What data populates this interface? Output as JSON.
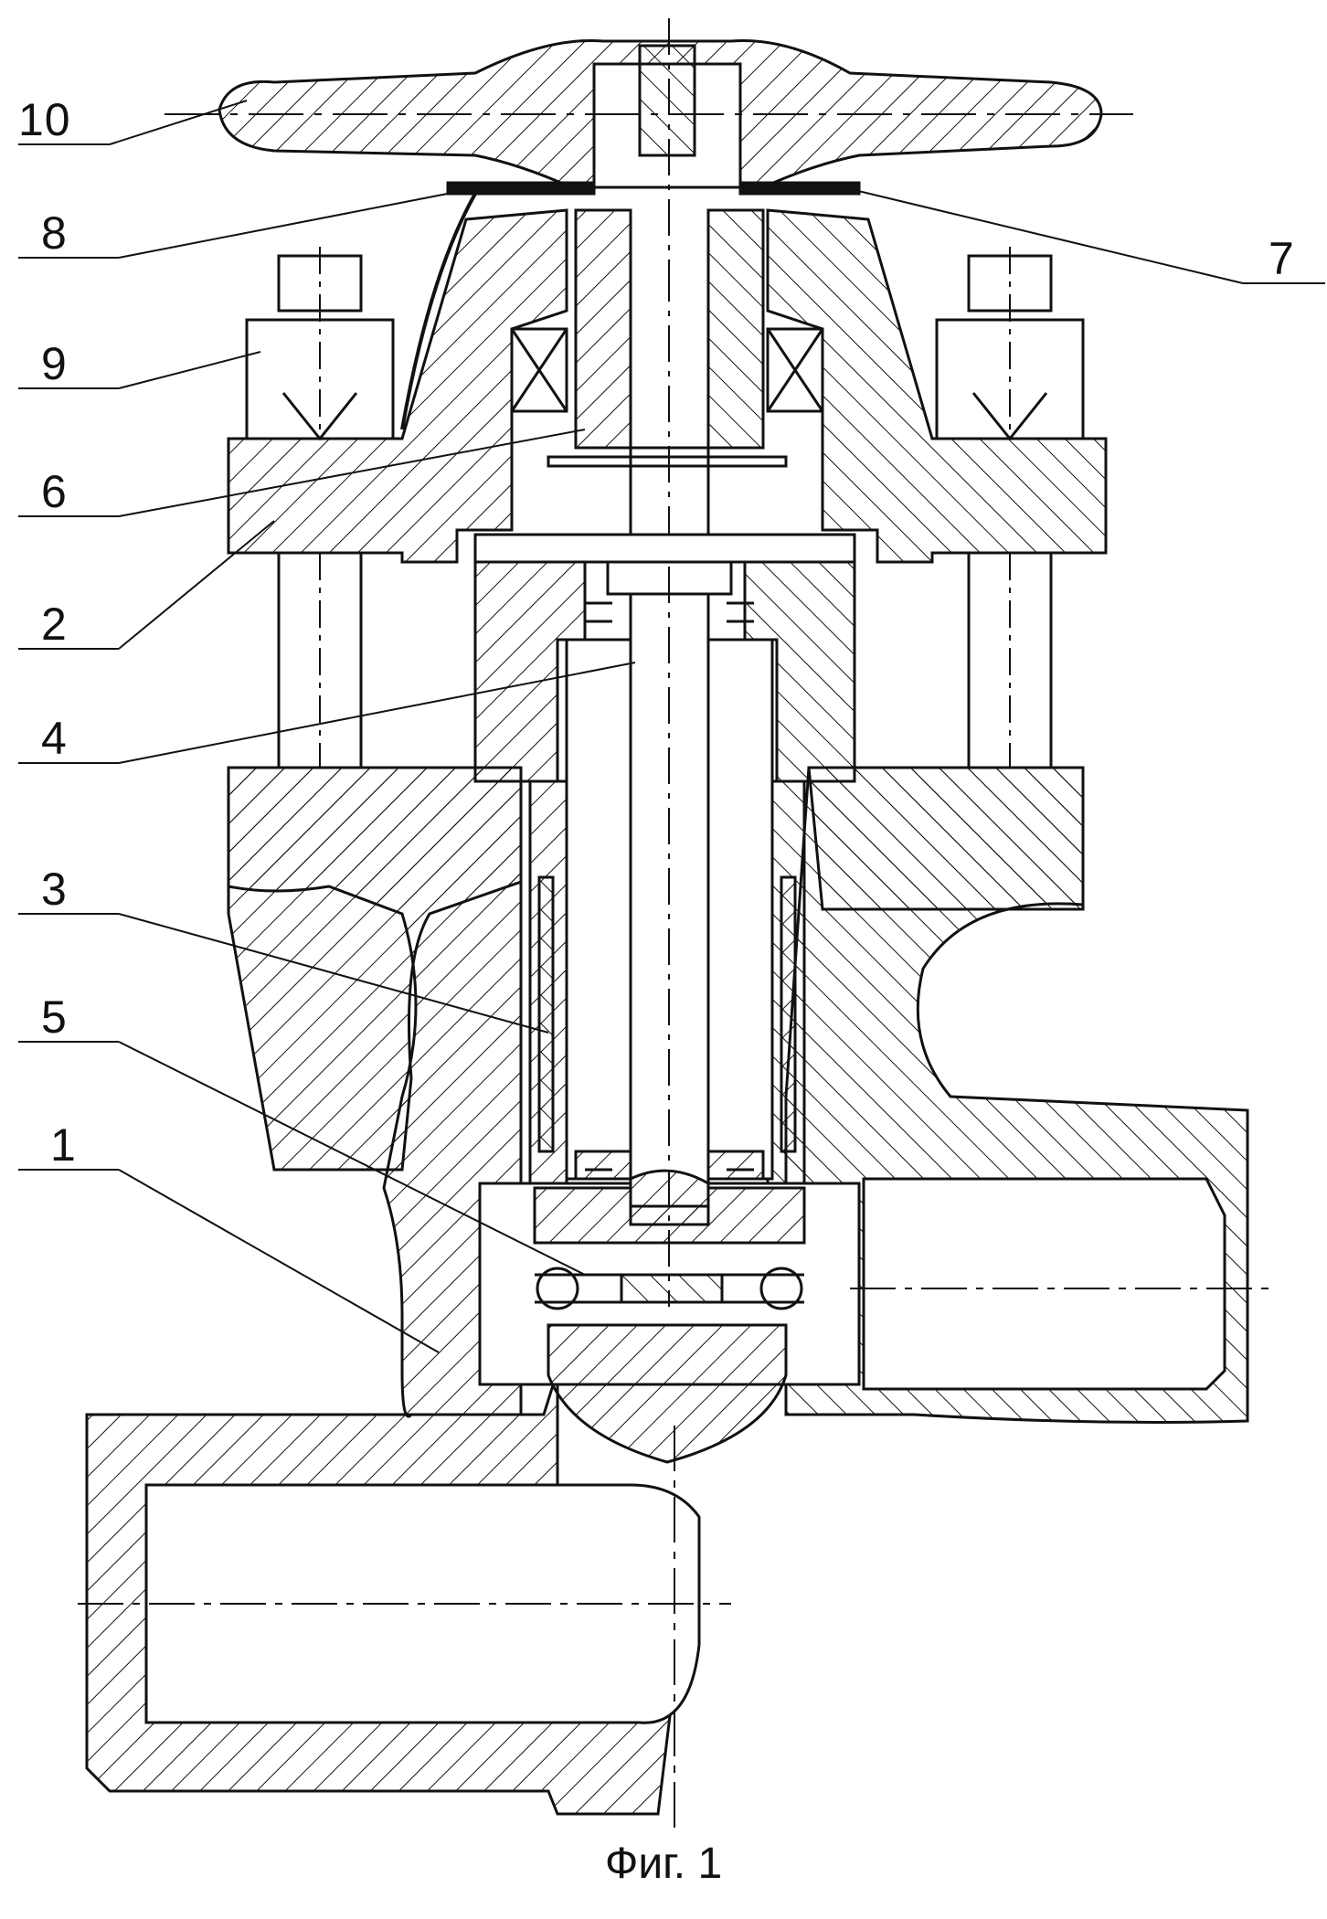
{
  "figure": {
    "caption": "Фиг. 1",
    "callouts": [
      {
        "id": "10",
        "text": "10"
      },
      {
        "id": "8",
        "text": "8"
      },
      {
        "id": "7",
        "text": "7"
      },
      {
        "id": "9",
        "text": "9"
      },
      {
        "id": "6",
        "text": "6"
      },
      {
        "id": "2",
        "text": "2"
      },
      {
        "id": "4",
        "text": "4"
      },
      {
        "id": "3",
        "text": "3"
      },
      {
        "id": "5",
        "text": "5"
      },
      {
        "id": "1",
        "text": "1"
      }
    ]
  },
  "colors": {
    "ink": "#111111",
    "paper": "#ffffff"
  }
}
